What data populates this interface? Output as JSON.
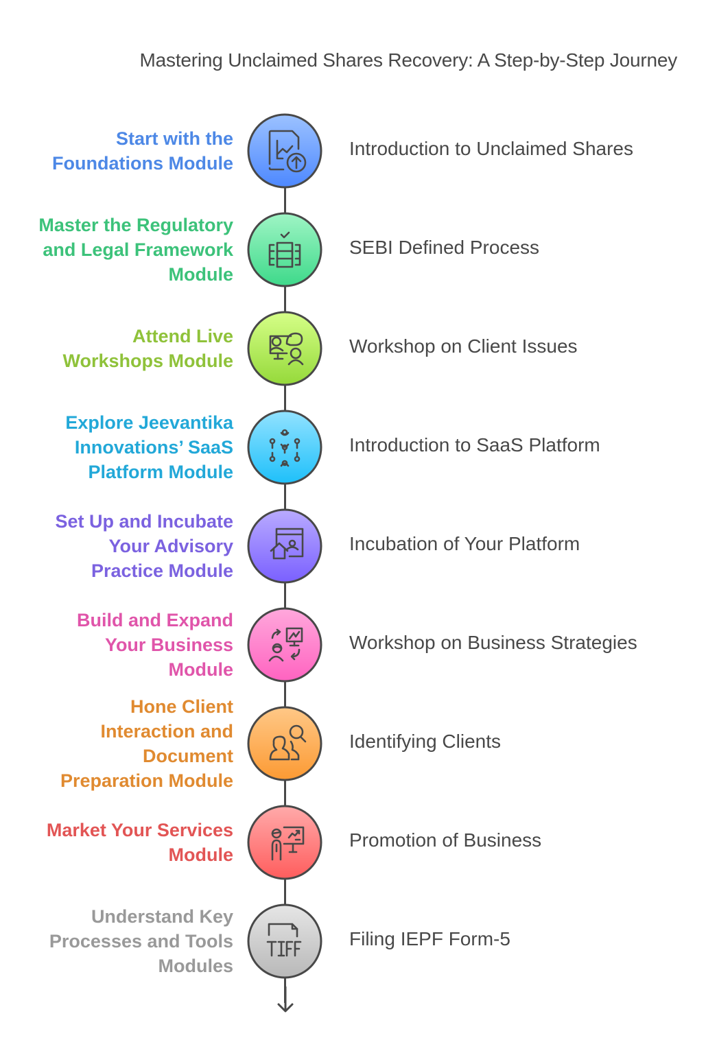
{
  "title": "Mastering Unclaimed Shares Recovery: A Step-by-Step Journey",
  "steps": [
    {
      "module": "Start with the Foundations Module",
      "lines": [
        "Start with the",
        "Foundations Module"
      ],
      "topic": "Introduction to Unclaimed Shares",
      "icon": "document-chart-upload-icon",
      "color": "#4d88e6",
      "grad_top": "#9cc2ff",
      "grad_bottom": "#4d88ff"
    },
    {
      "module": "Master the Regulatory and Legal Framework Module",
      "lines": [
        "Master the Regulatory",
        "and Legal Framework",
        "Module"
      ],
      "topic": "SEBI Defined Process",
      "icon": "server-rack-check-icon",
      "color": "#3cc27a",
      "grad_top": "#9ff5c5",
      "grad_bottom": "#3ed98a"
    },
    {
      "module": "Attend Live Workshops Module",
      "lines": [
        "Attend Live",
        "Workshops Module"
      ],
      "topic": "Workshop on Client Issues",
      "icon": "video-call-chat-icon",
      "color": "#8fc23a",
      "grad_top": "#d6ff88",
      "grad_bottom": "#95d93a"
    },
    {
      "module": "Explore Jeevantika Innovations’ SaaS Platform Module",
      "lines": [
        "Explore Jeevantika",
        "Innovations’ SaaS",
        "Platform Module"
      ],
      "topic": "Introduction to SaaS Platform",
      "icon": "network-nodes-icon",
      "color": "#22a8d8",
      "grad_top": "#92e2ff",
      "grad_bottom": "#1ec0fa"
    },
    {
      "module": "Set Up and Incubate Your Advisory Practice Module",
      "lines": [
        "Set Up and Incubate",
        "Your Advisory",
        "Practice Module"
      ],
      "topic": "Incubation of Your Platform",
      "icon": "home-profile-window-icon",
      "color": "#7b62e0",
      "grad_top": "#b9abff",
      "grad_bottom": "#7a60ff"
    },
    {
      "module": "Build and Expand Your Business Module",
      "lines": [
        "Build and Expand",
        "Your Business",
        "Module"
      ],
      "topic": "Workshop on Business Strategies",
      "icon": "presentation-exchange-icon",
      "color": "#e055aa",
      "grad_top": "#ffa8dc",
      "grad_bottom": "#ff63c0"
    },
    {
      "module": "Hone Client Interaction and Document Preparation Module",
      "lines": [
        "Hone Client",
        "Interaction and",
        "Document",
        "Preparation Module"
      ],
      "topic": "Identifying Clients",
      "icon": "people-search-icon",
      "color": "#e08a30",
      "grad_top": "#ffc887",
      "grad_bottom": "#fc9a33"
    },
    {
      "module": "Market Your Services Module",
      "lines": [
        "Market Your Services",
        "Module"
      ],
      "topic": "Promotion of Business",
      "icon": "presenter-chart-icon",
      "color": "#e25555",
      "grad_top": "#ffaaaa",
      "grad_bottom": "#ff5d5d"
    },
    {
      "module": "Understand Key Processes and Tools Modules",
      "lines": [
        "Understand Key",
        "Processes and Tools",
        "Modules"
      ],
      "topic": "Filing IEPF Form-5",
      "icon": "tiff-file-icon",
      "color": "#999999",
      "grad_top": "#e6e6e6",
      "grad_bottom": "#b8b8b8"
    }
  ]
}
